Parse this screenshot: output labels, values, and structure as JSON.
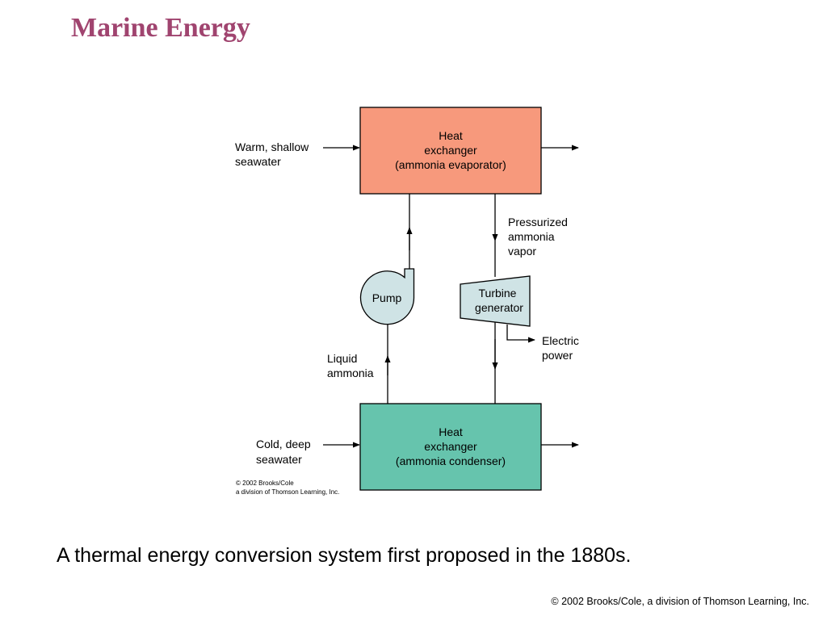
{
  "slide": {
    "title": "Marine Energy",
    "caption": "A thermal energy conversion system first proposed in the 1880s.",
    "footer": "© 2002 Brooks/Cole, a division of Thomson Learning, Inc."
  },
  "diagram": {
    "evaporator_label": [
      "Heat",
      "exchanger",
      "(ammonia evaporator)"
    ],
    "condenser_label": [
      "Heat",
      "exchanger",
      "(ammonia condenser)"
    ],
    "pump_label": "Pump",
    "turbine_label": [
      "Turbine",
      "generator"
    ],
    "warm_water_label": [
      "Warm, shallow",
      "seawater"
    ],
    "cold_water_label": [
      "Cold, deep",
      "seawater"
    ],
    "vapor_label": [
      "Pressurized",
      "ammonia",
      "vapor"
    ],
    "liquid_label": [
      "Liquid",
      "ammonia"
    ],
    "power_label": [
      "Electric",
      "power"
    ],
    "copyright": [
      "© 2002 Brooks/Cole",
      "a division of Thomson Learning, Inc."
    ],
    "colors": {
      "evaporator": "#f7997c",
      "condenser": "#66c4ad",
      "equipment": "#cfe3e5",
      "title": "#a0446f"
    }
  }
}
